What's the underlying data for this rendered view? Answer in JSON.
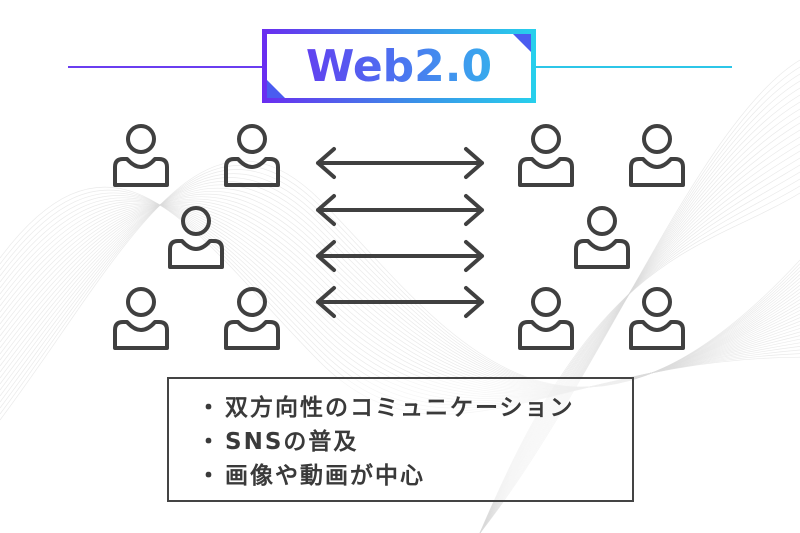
{
  "title": {
    "text": "Web2.0",
    "gradient_start": "#6a2cf0",
    "gradient_end": "#27d0ec"
  },
  "diagram": {
    "left_group": {
      "icon": "person-icon",
      "count": 5
    },
    "right_group": {
      "icon": "person-icon",
      "count": 5
    },
    "connections": {
      "icon": "double-headed-arrow-icon",
      "count": 4
    },
    "icon_color": "#404040"
  },
  "points": {
    "bullet": "・",
    "items": [
      "双方向性のコミュニケーション",
      "SNSの普及",
      "画像や動画が中心"
    ]
  }
}
